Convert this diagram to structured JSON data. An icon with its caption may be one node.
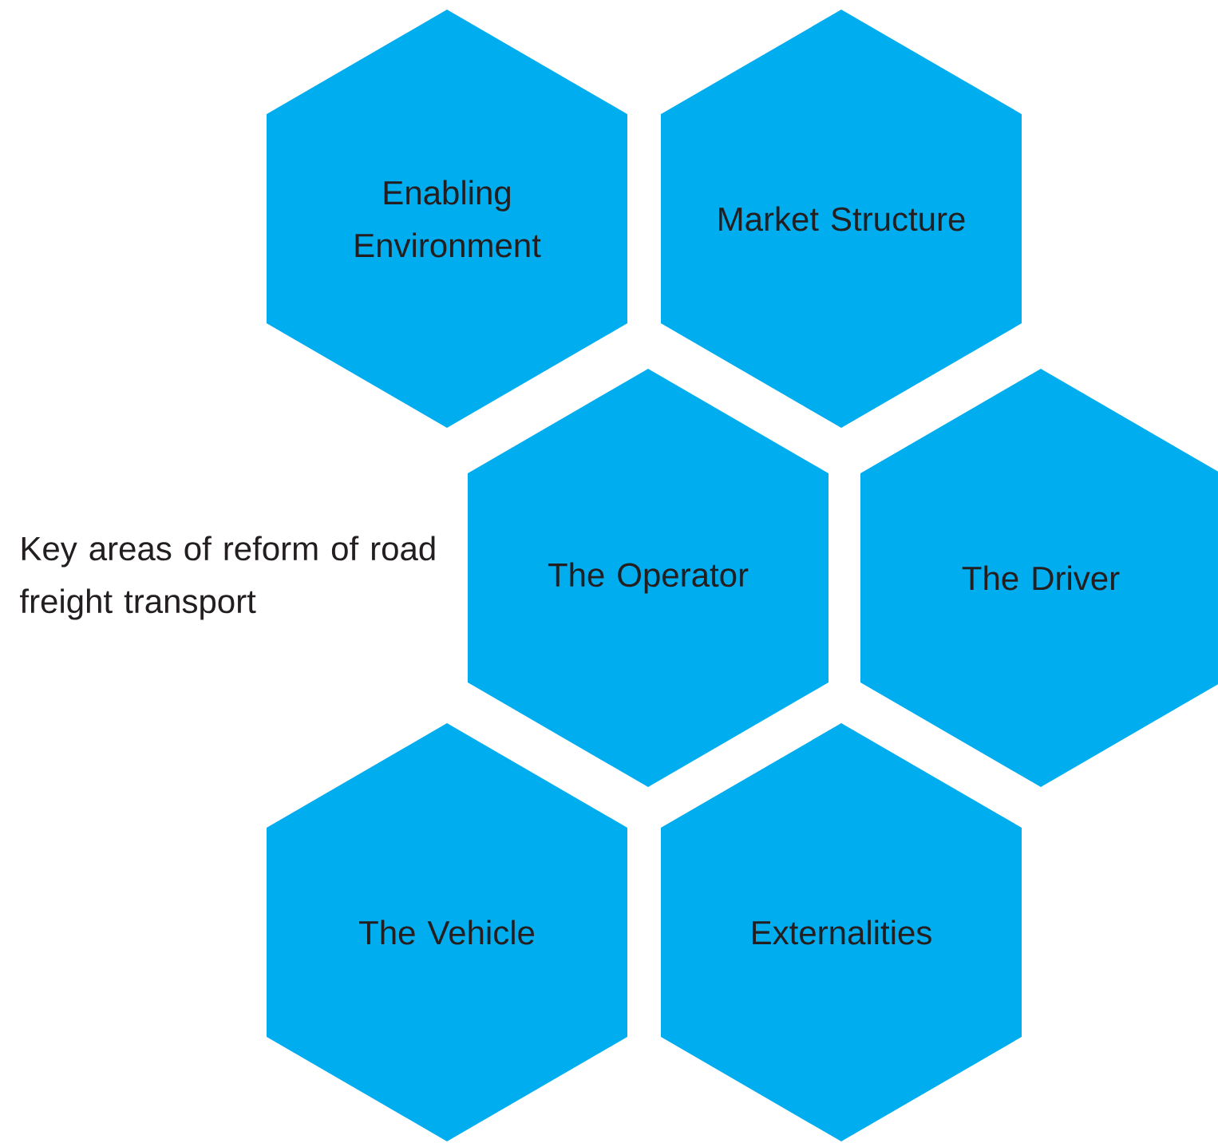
{
  "diagram": {
    "nodes": [
      {
        "text": [
          "Enabling Environment"
        ]
      },
      {
        "text": [
          "Market Structure"
        ]
      },
      {
        "text": [
          "The Operator"
        ]
      },
      {
        "text": [
          "The Driver"
        ]
      },
      {
        "text": [
          "The Vehicle"
        ]
      },
      {
        "text": [
          "Externalities"
        ]
      }
    ],
    "labels": [
      "Key areas of reform of road freight transport"
    ]
  }
}
